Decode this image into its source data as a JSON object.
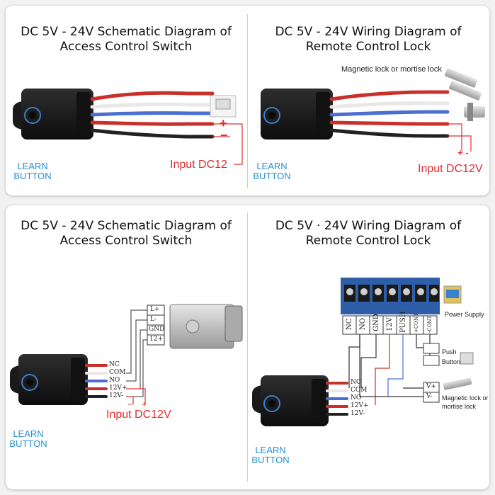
{
  "panel_tl": {
    "title": "DC 5V - 24V Schematic Diagram of\nAccess Control Switch",
    "learn": "LEARN\nBUTTON",
    "input": "Input DC12",
    "plus": "+",
    "minus": "−"
  },
  "panel_tr": {
    "title": "DC 5V - 24V Wiring Diagram of\nRemote Control Lock",
    "learn": "LEARN\nBUTTON",
    "input": "Input DC12V",
    "lock_label": "Magnetic lock or mortise lock",
    "pm": "+ -"
  },
  "panel_bl": {
    "title": "DC 5V - 24V Schematic Diagram of\nAccess Control Switch",
    "learn": "LEARN\nBUTTON",
    "input": "Input DC12V",
    "wires": [
      "NC",
      "COM",
      "NO",
      "12V+",
      "12V-"
    ],
    "terminals": [
      "L+",
      "L-",
      "GND",
      "12+"
    ],
    "plus": "+",
    "minus": "−"
  },
  "panel_br": {
    "title": "DC 5V · 24V Wiring Diagram of\nRemote Control Lock",
    "learn": "LEARN\nBUTTON",
    "wires": [
      "NC",
      "COM",
      "NO",
      "12V+",
      "12V-"
    ],
    "terminals": [
      "NC",
      "NO",
      "GND",
      "12V",
      "PUSH",
      "+CONT",
      "-CONT"
    ],
    "power_supply": "Power Supply",
    "push_button": "Push\nButton",
    "vplus": "V+",
    "vminus": "V-",
    "lock_label": "Magnetic lock or\nmortise lock"
  },
  "colors": {
    "red": "#e03030",
    "blue": "#2b8fd0",
    "wire_red": "#c8302a",
    "wire_white": "#e8e8e8",
    "wire_blue": "#4a6fd0",
    "wire_black": "#222222"
  }
}
